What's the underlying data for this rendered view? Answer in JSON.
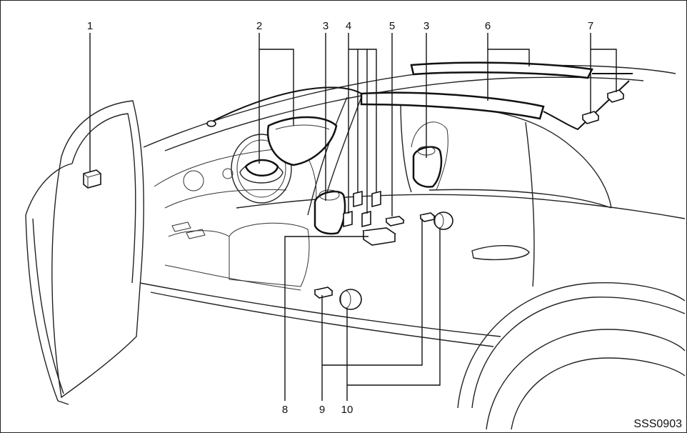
{
  "figure_code": "SSS0903",
  "callouts": [
    "1",
    "2",
    "3",
    "3",
    "4",
    "5",
    "6",
    "7",
    "8",
    "9",
    "10"
  ]
}
